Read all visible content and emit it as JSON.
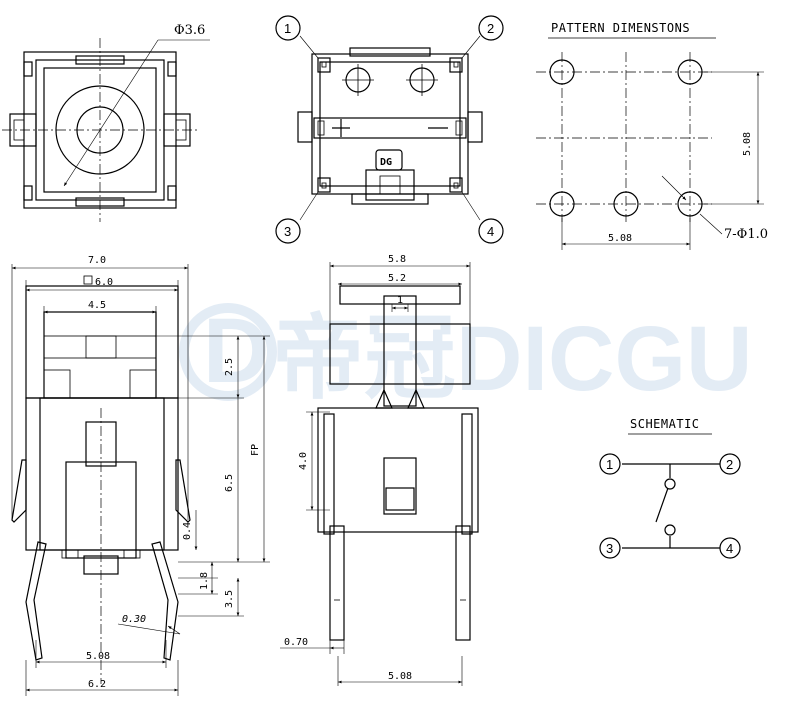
{
  "watermark": {
    "logo": "D",
    "text": "帝冠DICGU"
  },
  "top_view": {
    "diameter": "Φ3.6"
  },
  "pin_view": {
    "pins": [
      "1",
      "2",
      "3",
      "4"
    ],
    "logo": "DG"
  },
  "pattern": {
    "title": "PATTERN DIMENSTONS",
    "vertical": "5.08",
    "horizontal": "5.08",
    "holes": "7-Φ1.0"
  },
  "front_view": {
    "dims": {
      "width": "7.0",
      "body": "6.0",
      "button": "4.5",
      "stroke": "2.5",
      "height": "6.5",
      "fp": "FP",
      "gap": "0.4",
      "standoff": "1.8",
      "leg": "3.5",
      "thickness": "0.30",
      "pitch": "5.08",
      "span": "6.2"
    }
  },
  "side_view": {
    "dims": {
      "outer": "5.8",
      "inner": "5.2",
      "stem": "1",
      "body": "4.0",
      "pin": "0.70",
      "pitch": "5.08"
    }
  },
  "schematic": {
    "title": "SCHEMATIC",
    "pins": [
      "1",
      "2",
      "3",
      "4"
    ]
  }
}
